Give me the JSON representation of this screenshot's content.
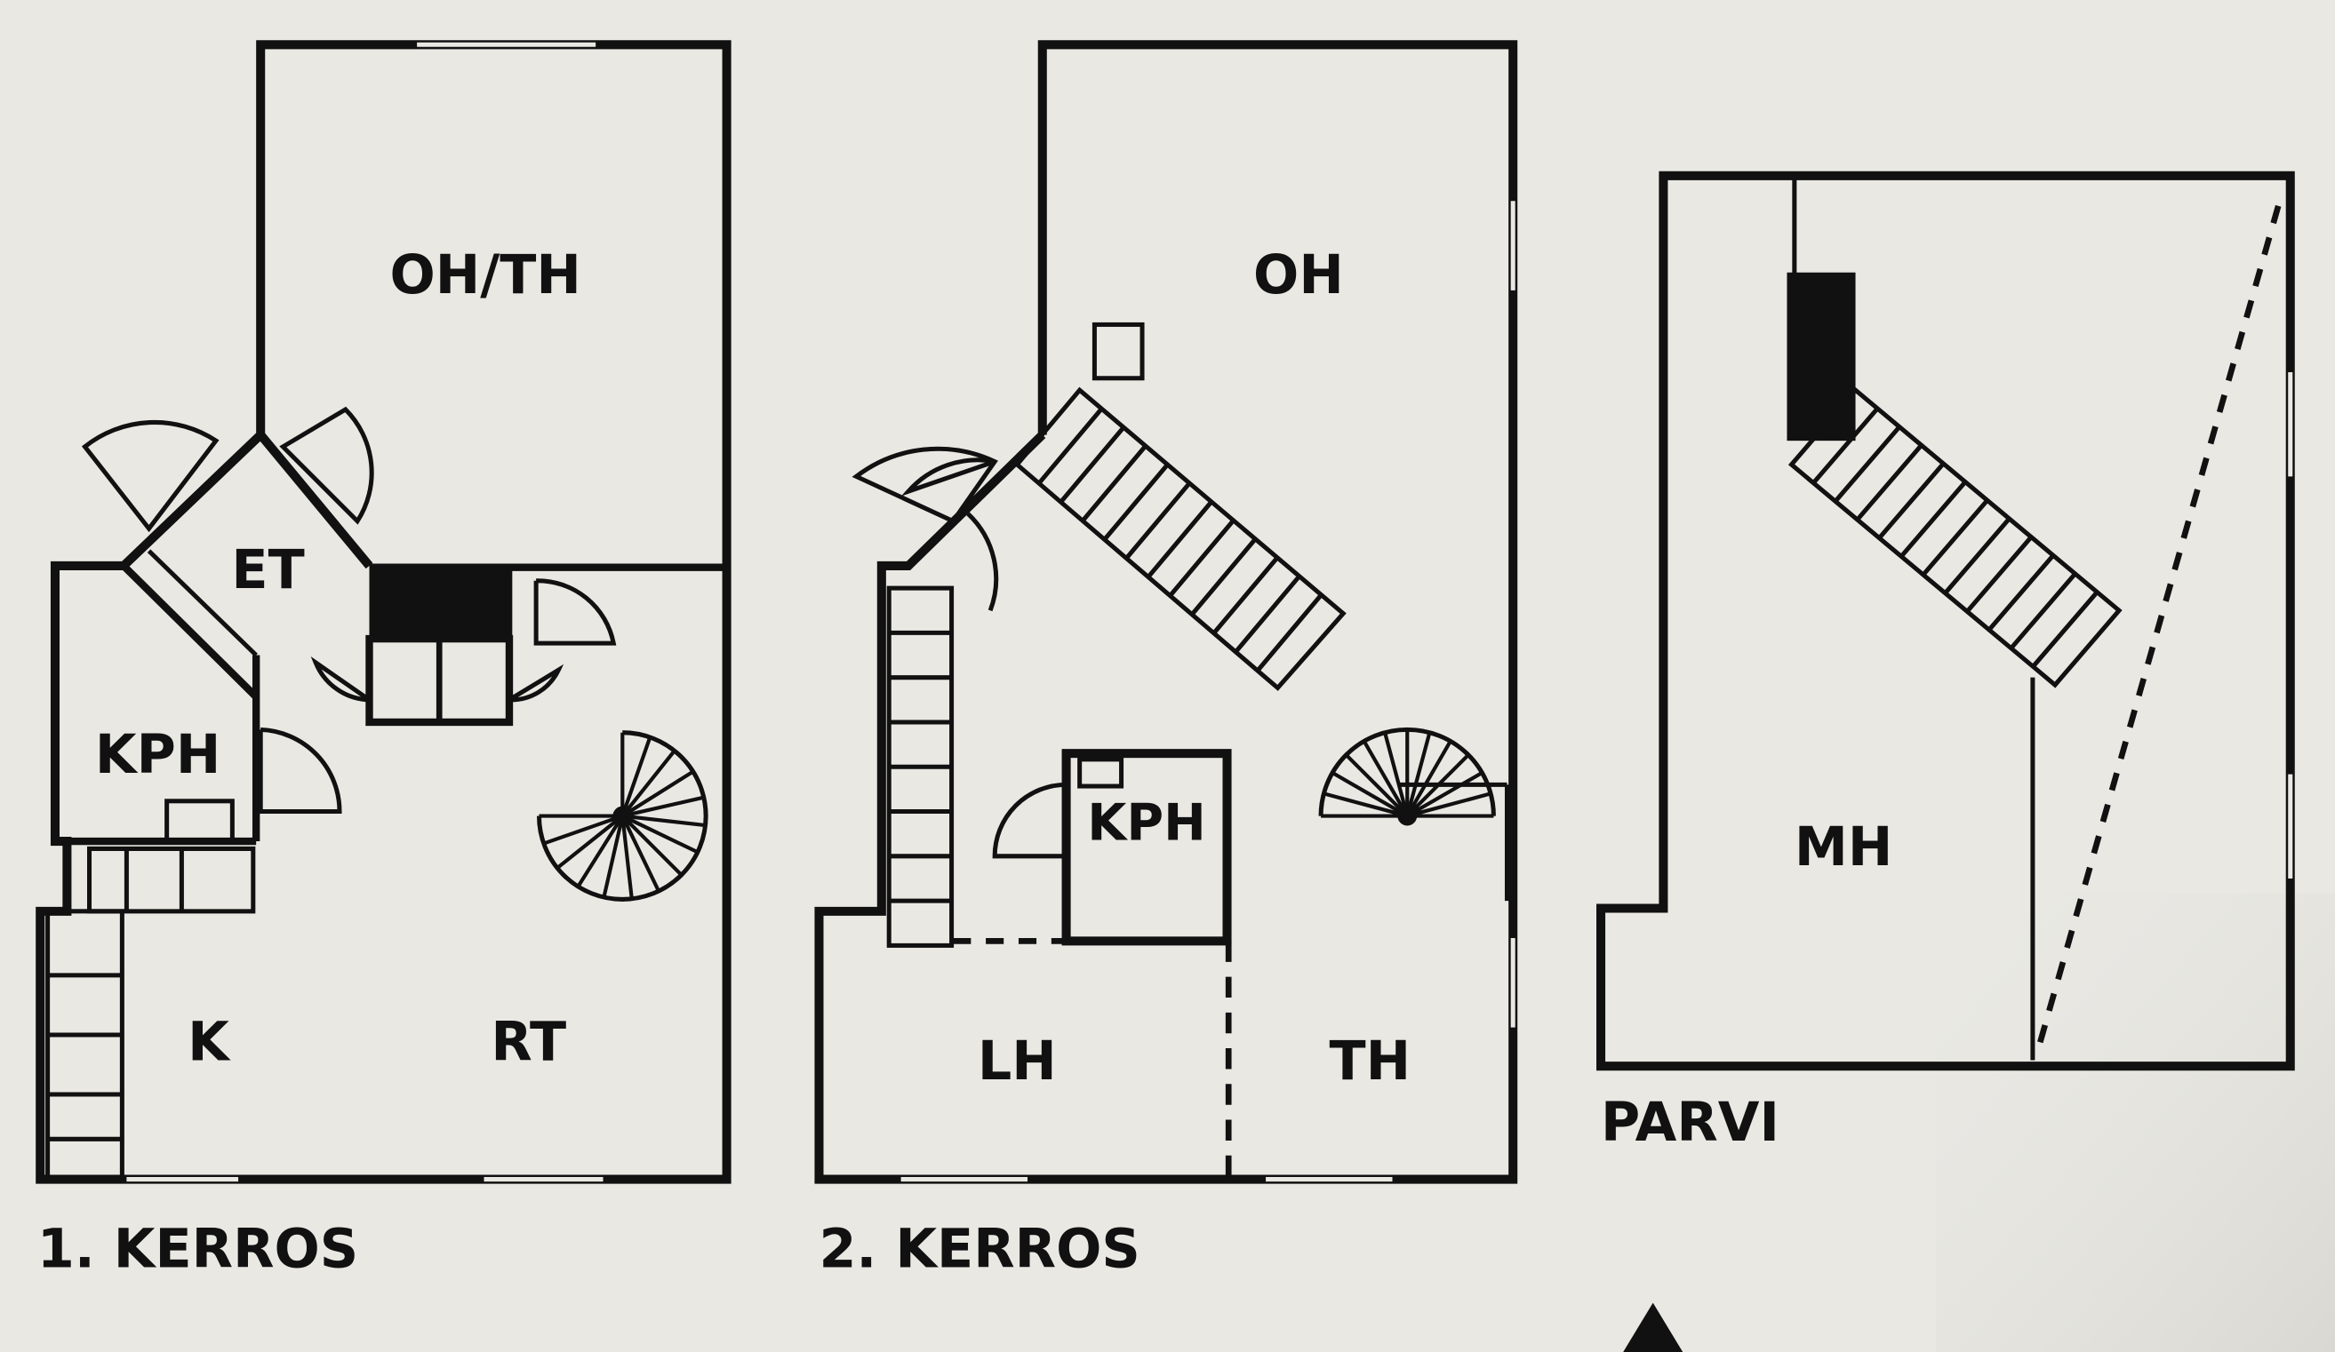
{
  "background_color": "#e9e8e3",
  "ink_color": "#111111",
  "floors": [
    {
      "caption": "1. KERROS",
      "rooms": {
        "living_bedroom": "OH/TH",
        "hall": "ET",
        "bathroom": "KPH",
        "kitchen": "K",
        "dining": "RT"
      }
    },
    {
      "caption": "2. KERROS",
      "rooms": {
        "living": "OH",
        "bathroom": "KPH",
        "laundry": "LH",
        "bedroom": "TH"
      }
    },
    {
      "caption": "PARVI",
      "rooms": {
        "bedroom": "MH"
      }
    }
  ]
}
